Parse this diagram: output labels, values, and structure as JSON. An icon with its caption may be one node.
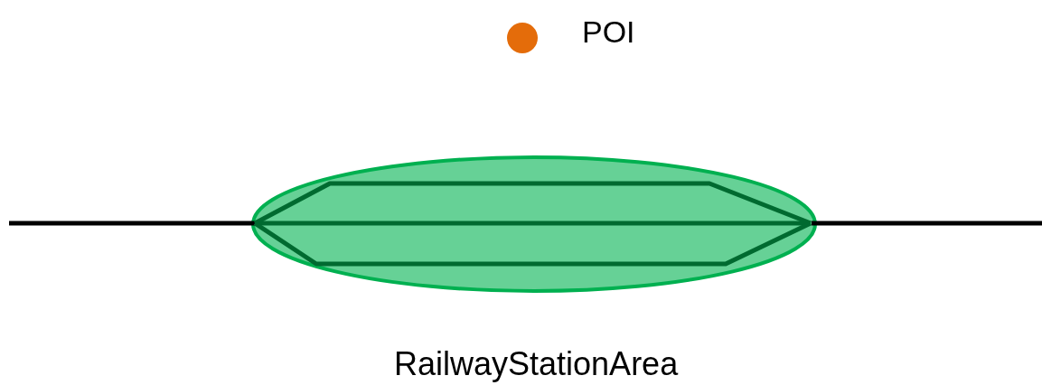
{
  "diagram": {
    "nodes": [
      {
        "text": [],
        "shape": "circle",
        "beside": [
          "POI"
        ]
      },
      {
        "text": [
          "RailwayStationArea"
        ]
      }
    ]
  }
}
